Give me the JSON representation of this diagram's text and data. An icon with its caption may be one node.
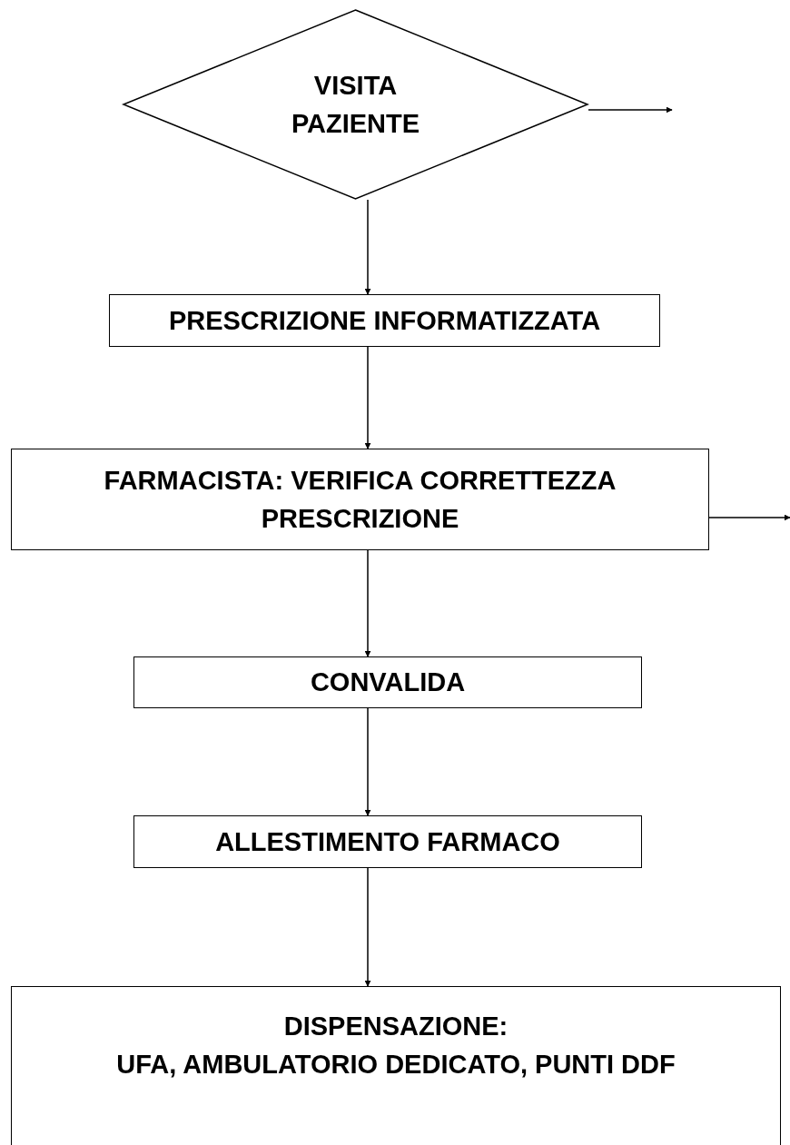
{
  "diagram": {
    "nodes": [
      {
        "text": [
          "VISITA PAZIENTE"
        ]
      },
      {
        "text": [
          "PRESCRIZIONE INFORMATIZZATA"
        ]
      },
      {
        "text": [
          "FARMACISTA: VERIFICA CORRETTEZZA PRESCRIZIONE"
        ]
      },
      {
        "text": [
          "CONVALIDA"
        ]
      },
      {
        "text": [
          "ALLESTIMENTO FARMACO"
        ]
      },
      {
        "text": [
          "DISPENSAZIONE:",
          "UFA, AMBULATORIO DEDICATO, PUNTI DDF"
        ]
      }
    ],
    "edges": [
      {
        "from": 0,
        "to": null,
        "arrow": "to"
      },
      {
        "from": 0,
        "to": 1,
        "arrow": "to"
      },
      {
        "from": 1,
        "to": 2,
        "arrow": "to"
      },
      {
        "from": 2,
        "to": null,
        "arrow": "to"
      },
      {
        "from": 2,
        "to": 3,
        "arrow": "to"
      },
      {
        "from": 3,
        "to": 4,
        "arrow": "to"
      },
      {
        "from": 4,
        "to": 5,
        "arrow": "to"
      }
    ]
  }
}
